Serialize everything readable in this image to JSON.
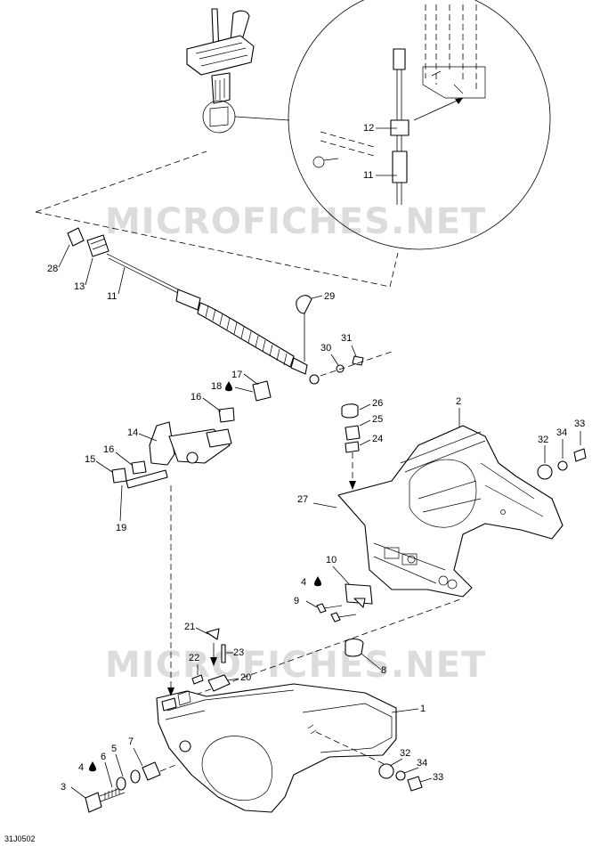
{
  "watermark": "MICROFICHES.NET",
  "drawing_number": "31J0502",
  "callouts": {
    "c1": "1",
    "c2": "2",
    "c3": "3",
    "c4a": "4",
    "c4b": "4",
    "c5": "5",
    "c6": "6",
    "c7": "7",
    "c8": "8",
    "c9": "9",
    "c10": "10",
    "c11a": "11",
    "c11b": "11",
    "c12": "12",
    "c13": "13",
    "c14": "14",
    "c15": "15",
    "c16a": "16",
    "c16b": "16",
    "c17": "17",
    "c18": "18",
    "c19": "19",
    "c20": "20",
    "c21": "21",
    "c22": "22",
    "c23": "23",
    "c24": "24",
    "c25": "25",
    "c26": "26",
    "c27": "27",
    "c28": "28",
    "c29": "29",
    "c30": "30",
    "c31": "31",
    "c32a": "32",
    "c32b": "32",
    "c33a": "33",
    "c33b": "33",
    "c34a": "34",
    "c34b": "34"
  },
  "icons": {
    "lubricant_drop": "oil-drop-icon"
  }
}
